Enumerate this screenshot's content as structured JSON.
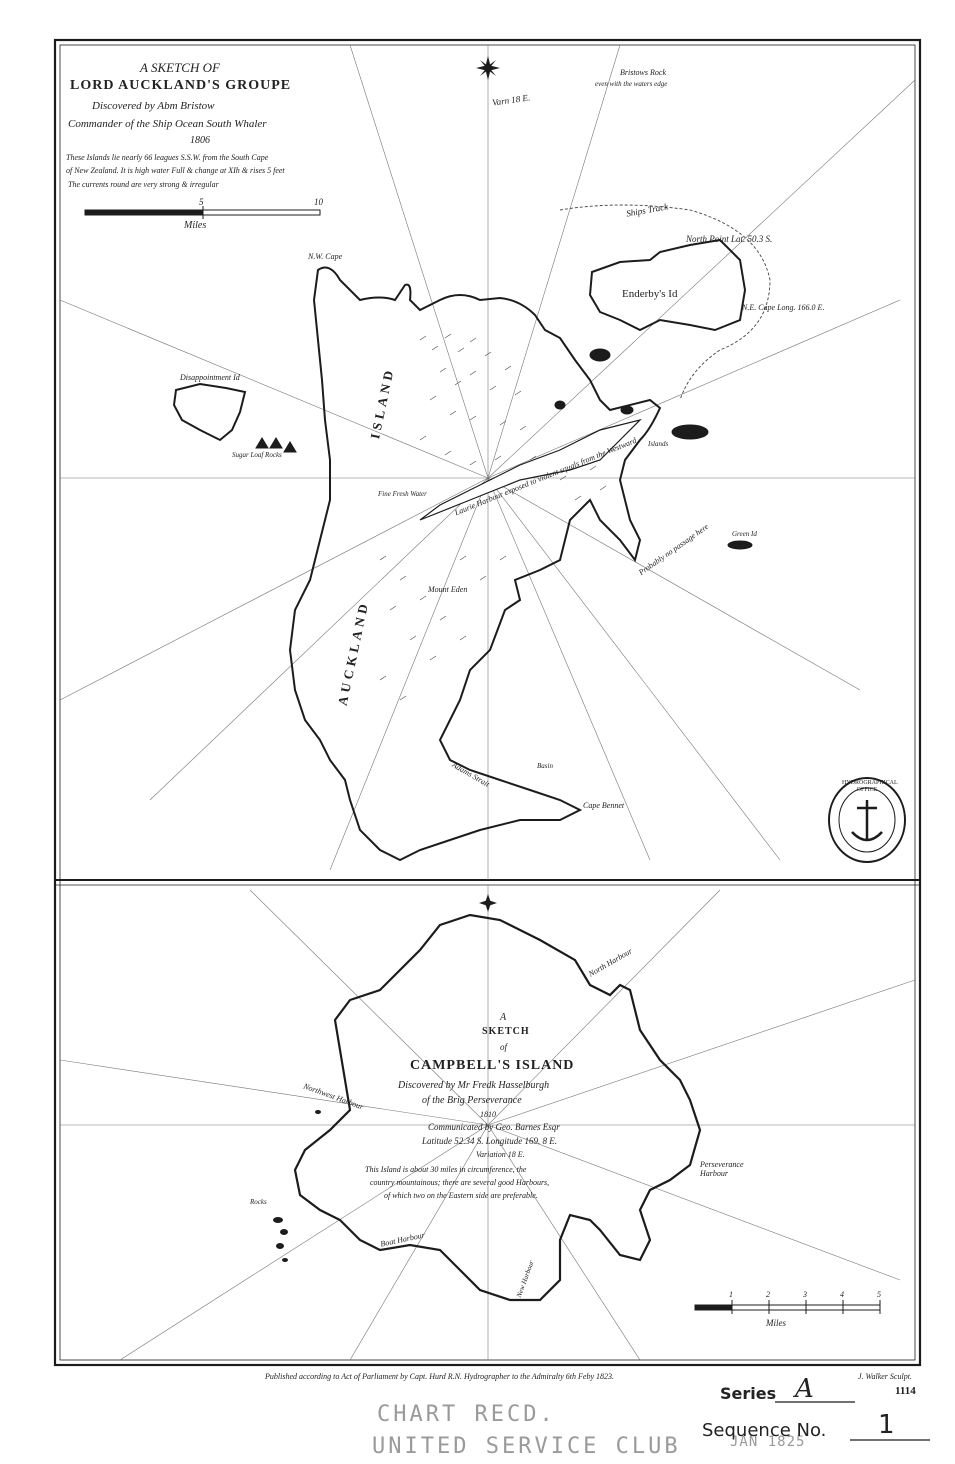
{
  "auckland": {
    "title_line1": "A SKETCH OF",
    "title_line2": "LORD AUCKLAND'S GROUPE",
    "discovered": "Discovered by Abm Bristow",
    "commander": "Commander of the Ship Ocean South Whaler",
    "year": "1806",
    "note1": "These Islands lie nearly 66 leagues S.S.W. from the South Cape",
    "note2": "of New Zealand. It is high water Full & change at XIh & rises 5 feet",
    "note3": "The currents round are very strong & irregular",
    "scale_5": "5",
    "scale_10": "10",
    "scale_miles": "Miles",
    "variation": "Varn 18 E.",
    "bristow_rock1": "Bristows Rock",
    "bristow_rock2": "even with the waters edge",
    "ships_track": "Ships Track",
    "north_point": "North Point Lat. 50.3 S.",
    "enderby": "Enderby's Id",
    "ne_cape": "N.E. Cape Long. 166.0 E.",
    "nw_cape": "N.W. Cape",
    "disappointment": "Disappointment Id",
    "sugarloaf": "Sugar Loaf Rocks",
    "island_word": "ISLAND",
    "auckland_word": "AUCKLAND",
    "laurie": "Laurie Harbour exposed to violent squals from the Westward",
    "fresh_water": "Fine Fresh Water",
    "mount_eden": "Mount Eden",
    "green_id": "Green Id",
    "probably": "Probably no passage here",
    "adams_strait": "Adams Strait",
    "cape_bennet": "Cape Bennet",
    "islands": "Islands",
    "basin": "Basin"
  },
  "campbell": {
    "title_a": "A",
    "title_sketch": "SKETCH",
    "title_of": "of",
    "title_name": "CAMPBELL'S ISLAND",
    "discovered": "Discovered by Mr Fredk Hasselburgh",
    "vessel": "of the Brig Perseverance",
    "year": "1810",
    "communicated": "Communicated by Geo. Barnes Esqr",
    "latlon": "Latitude 52.34 S. Longitude 169. 8 E.",
    "variation": "Variation 18 E.",
    "note1": "This Island is about 30 miles in circumference, the",
    "note2": "country mountainous; there are several good Harbours,",
    "note3": "of which two on the Eastern side are preferable.",
    "north_harbour": "North Harbour",
    "perseverance": "Perseverance Harbour",
    "boat_harbour": "Boat Harbour",
    "new_harbour": "New Harbour",
    "northwest_bay": "Northwest Harbour",
    "rocks": "Rocks",
    "scale_miles": "Miles",
    "scale_ticks": [
      "1",
      "2",
      "3",
      "4",
      "5"
    ]
  },
  "footer": {
    "published": "Published according to Act of Parliament by Capt. Hurd R.N. Hydrographer to the Admiralty 6th Feby 1823.",
    "engraver": "J. Walker Sculpt.",
    "chart_number": "1114"
  },
  "seal": {
    "text": "HYDROGRAPHICAL OFFICE"
  },
  "stamps": {
    "chart_recd": "CHART RECD.",
    "club": "UNITED SERVICE CLUB",
    "date": "JAN 1825"
  },
  "series": {
    "label": "Series",
    "value": "A"
  },
  "sequence": {
    "label": "Sequence No.",
    "value": "1"
  },
  "colors": {
    "ink": "#1c1c1c",
    "paper": "#ffffff",
    "stamp": "#9a9a9a"
  }
}
